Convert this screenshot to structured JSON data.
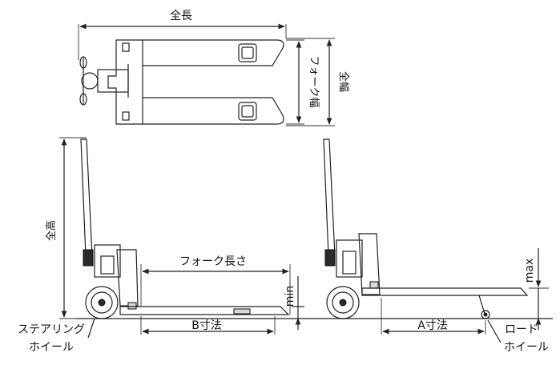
{
  "labels": {
    "overall_length": "全長",
    "fork_width": "フォーク幅",
    "overall_width": "全幅",
    "overall_height": "全高",
    "fork_length": "フォーク長さ",
    "min": "min",
    "max": "max",
    "b_dim": "B寸法",
    "a_dim": "A寸法",
    "steering_wheel_line1": "ステアリング",
    "steering_wheel_line2": "ホイール",
    "load_wheel_line1": "ロード",
    "load_wheel_line2": "ホイール"
  }
}
